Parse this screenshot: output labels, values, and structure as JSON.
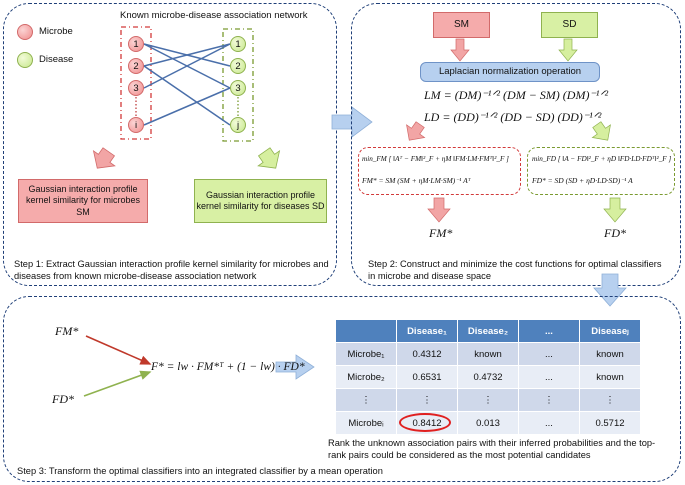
{
  "step1": {
    "network_title": "Known microbe-disease association network",
    "legend_microbe": "Microbe",
    "legend_disease": "Disease",
    "microbe_nodes": [
      "1",
      "2",
      "3",
      "i"
    ],
    "disease_nodes": [
      "1",
      "2",
      "3",
      "j"
    ],
    "box_microbe": "Gaussian interaction profile kernel similarity for microbes SM",
    "box_disease": "Gaussian interaction profile kernel similarity for diseases SD",
    "caption": "Step 1: Extract Gaussian interaction profile kernel similarity for microbes and diseases from known microbe-disease association network"
  },
  "step2": {
    "sm_label": "SM",
    "sd_label": "SD",
    "laplacian_label": "Laplacian normalization operation",
    "lm_formula": "LM = (DM)⁻¹ᐟ² (DM − SM) (DM)⁻¹ᐟ²",
    "ld_formula": "LD = (DD)⁻¹ᐟ² (DD − SD) (DD)⁻¹ᐟ²",
    "fm_min": "min_FM [ ‖Aᵀ − FM‖²_F + ηM ‖FM·LM·FMᵀ‖²_F ]",
    "fm_solution": "FM* = SM (SM + ηM·LM·SM)⁻¹ Aᵀ",
    "fd_min": "min_FD [ ‖A − FD‖²_F + ηD ‖FD·LD·FDᵀ‖²_F ]",
    "fd_solution": "FD* = SD (SD + ηD·LD·SD)⁻¹ A",
    "fm_result": "FM*",
    "fd_result": "FD*",
    "caption": "Step 2: Construct and minimize the cost functions for optimal classifiers in microbe and disease space"
  },
  "step3": {
    "fm_label": "FM*",
    "fd_label": "FD*",
    "combined_formula": "F* = lw · FM*ᵀ + (1 − lw) · FD*",
    "table": {
      "headers": [
        "",
        "Disease₁",
        "Disease₂",
        "...",
        "Diseaseⱼ"
      ],
      "rows": [
        [
          "Microbe₁",
          "0.4312",
          "known",
          "...",
          "known"
        ],
        [
          "Microbe₂",
          "0.6531",
          "0.4732",
          "...",
          "known"
        ],
        [
          "⋮",
          "⋮",
          "⋮",
          "⋮",
          "⋮"
        ],
        [
          "Microbeᵢ",
          "0.8412",
          "0.013",
          "...",
          "0.5712"
        ]
      ]
    },
    "rank_text": "Rank the unknown association pairs with their inferred probabilities and the top-rank pairs could be considered as the most potential candidates",
    "caption": "Step 3: Transform the optimal classifiers into an integrated classifier by a mean operation"
  },
  "colors": {
    "panel_border": "#1f3f78",
    "microbe_fill": "#f4a9a9",
    "disease_fill": "#d6ef9f",
    "arrow_fill": "#b7d0ef",
    "table_header": "#4f81bd",
    "highlight": "#e02020"
  }
}
